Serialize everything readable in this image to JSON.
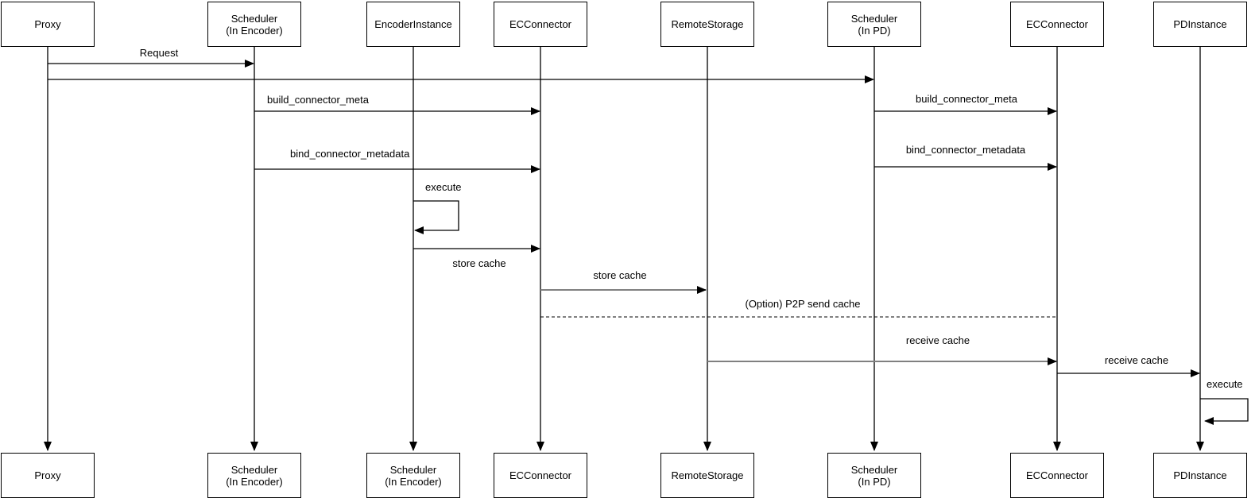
{
  "diagram_type": "sequence-diagram",
  "colors": {
    "background": "#ffffff",
    "line": "#000000",
    "gray_arrow": "#808080",
    "box_fill": "#ffffff",
    "box_border": "#000000",
    "text": "#000000"
  },
  "actors_top": [
    {
      "label": "Proxy"
    },
    {
      "label": "Scheduler\n(In Encoder)"
    },
    {
      "label": "EncoderInstance"
    },
    {
      "label": "ECConnector"
    },
    {
      "label": "RemoteStorage"
    },
    {
      "label": "Scheduler\n(In PD)"
    },
    {
      "label": "ECConnector"
    },
    {
      "label": "PDInstance"
    }
  ],
  "actors_bottom": [
    {
      "label": "Proxy"
    },
    {
      "label": "Scheduler\n(In Encoder)"
    },
    {
      "label": "Scheduler\n(In Encoder)"
    },
    {
      "label": "ECConnector"
    },
    {
      "label": "RemoteStorage"
    },
    {
      "label": "Scheduler\n(In PD)"
    },
    {
      "label": "ECConnector"
    },
    {
      "label": "PDInstance"
    }
  ],
  "messages": {
    "request": "Request",
    "build_connector_meta_encoder": "build_connector_meta",
    "build_connector_meta_pd": "build_connector_meta",
    "bind_connector_metadata_encoder": "bind_connector_metadata",
    "bind_connector_metadata_pd": "bind_connector_metadata",
    "execute_encoder": "execute",
    "store_cache_to_connector": "store cache",
    "store_cache_to_storage": "store cache",
    "p2p_send_cache": "(Option) P2P send cache",
    "receive_cache_from_storage": "receive cache",
    "receive_cache_to_instance": "receive cache",
    "execute_pd": "execute"
  }
}
